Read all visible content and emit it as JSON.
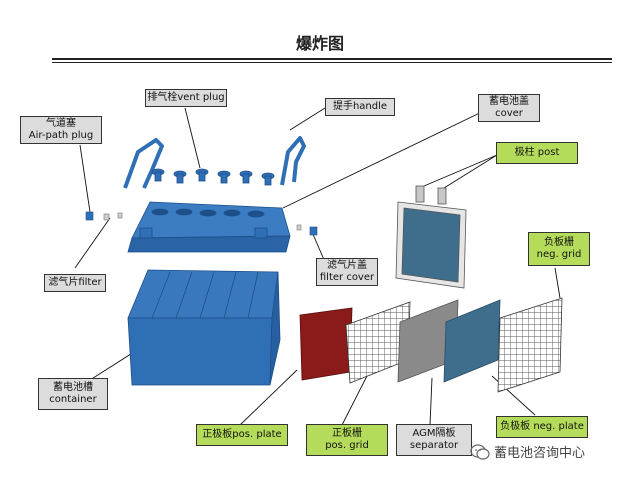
{
  "title": "爆炸图",
  "labels": {
    "air_path_plug": [
      "气道塞",
      "Air-path plug"
    ],
    "vent_plug": [
      "排气栓vent plug"
    ],
    "handle": [
      "提手handle"
    ],
    "cover": [
      "蓄电池盖",
      "cover"
    ],
    "post": [
      "极柱 post"
    ],
    "filter": [
      "滤气片filter"
    ],
    "filter_cover": [
      "滤气片盖",
      "filter cover"
    ],
    "neg_grid": [
      "负板栅",
      "neg. grid"
    ],
    "container": [
      "蓄电池槽",
      "container"
    ],
    "pos_plate": [
      "正极板pos. plate"
    ],
    "pos_grid": [
      "正板栅",
      "pos. grid"
    ],
    "separator": [
      "AGM隔板",
      "separator"
    ],
    "neg_plate": [
      "负极板 neg. plate"
    ]
  },
  "watermark": "蓄电池咨询中心",
  "colors": {
    "part_blue": "#2f6fb5",
    "part_dark": "#1d4f8a",
    "pos_plate": "#8b1a1a",
    "neg_plate": "#3f6e8c",
    "separator": "#8a8a8a",
    "label_green": "#b4dc5a",
    "label_gray": "#dcdcdc"
  }
}
